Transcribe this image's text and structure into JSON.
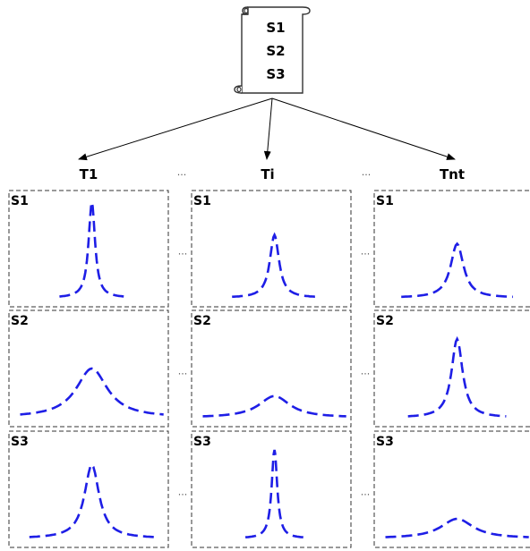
{
  "scroll": {
    "labels": [
      "S1",
      "S2",
      "S3"
    ]
  },
  "columns": [
    {
      "header": "T1",
      "panels": [
        {
          "label": "S1",
          "peak": 0.97,
          "spread": 0.07
        },
        {
          "label": "S2",
          "peak": 0.5,
          "spread": 0.34
        },
        {
          "label": "S3",
          "peak": 0.75,
          "spread": 0.16
        }
      ]
    },
    {
      "header": "Ti",
      "panels": [
        {
          "label": "S1",
          "peak": 0.64,
          "spread": 0.1
        },
        {
          "label": "S2",
          "peak": 0.22,
          "spread": 0.34
        },
        {
          "label": "S3",
          "peak": 0.9,
          "spread": 0.06
        }
      ]
    },
    {
      "header": "Tnt",
      "panels": [
        {
          "label": "S1",
          "peak": 0.55,
          "spread": 0.14
        },
        {
          "label": "S2",
          "peak": 0.8,
          "spread": 0.12
        },
        {
          "label": "S3",
          "peak": 0.2,
          "spread": 0.35
        }
      ]
    }
  ],
  "ellipsis": "...",
  "colors": {
    "curve": "#1e1ee6",
    "frame": "#333333",
    "scroll_fill": "#ffffff",
    "text": "#000000"
  },
  "icons": {
    "scroll": "scroll-icon"
  }
}
